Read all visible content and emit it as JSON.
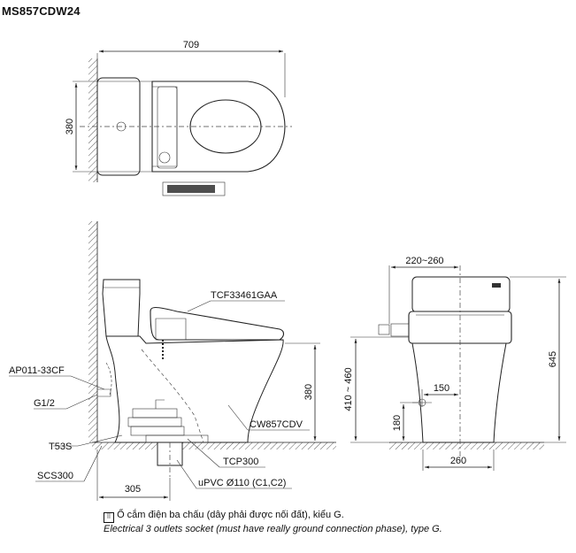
{
  "title": "MS857CDW24",
  "top_view": {
    "dim_length": "709",
    "dim_width": "380"
  },
  "side_view": {
    "dim_seat_height": "380",
    "dim_outlet": "305",
    "labels": {
      "seat_model": "TCF33461GAA",
      "valve": "AP011-33CF",
      "inlet": "G1/2",
      "bolt": "T53S",
      "flange": "SCS300",
      "body_model": "CW857CDV",
      "outlet_part": "TCP300",
      "pipe": "uPVC Ø110 (C1,C2)"
    }
  },
  "front_view": {
    "dim_top_width": "220~260",
    "dim_height": "645",
    "dim_rim_height": "410 ~ 460",
    "dim_inlet_offset": "150",
    "dim_inlet_height": "180",
    "dim_base_width": "260"
  },
  "notes": {
    "socket_icon": "socket-icon",
    "line_vi": "Ổ cắm điện ba chấu (dây phải được nối đất), kiểu G.",
    "line_en": "Electrical 3 outlets socket (must have really ground connection phase), type G."
  }
}
